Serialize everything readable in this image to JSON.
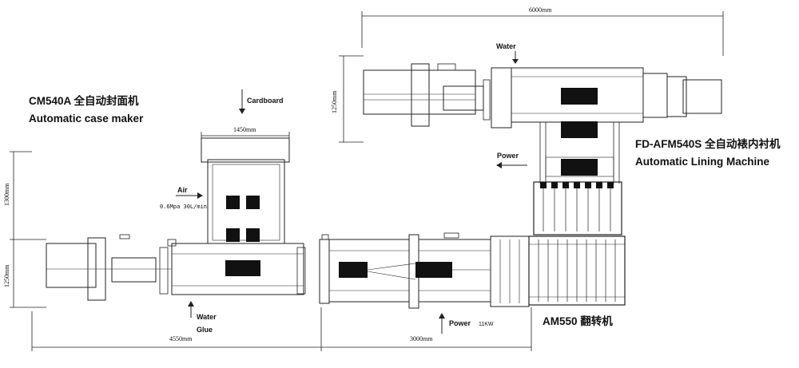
{
  "machines": {
    "case_maker": {
      "model": "CM540A",
      "name_cn": "全自动封面机",
      "name_en": "Automatic case maker"
    },
    "lining_machine": {
      "model": "FD-AFM540S",
      "name_cn": "全自动裱内衬机",
      "name_en": "Automatic Lining Machine"
    },
    "turner": {
      "model": "AM550",
      "name_cn": "翻转机"
    }
  },
  "inputs": {
    "water_top": "Water",
    "cardboard": "Cardboard",
    "air": "Air",
    "air_spec": "0.6Mpa 30L/min",
    "water_bottom": "Water",
    "glue": "Glue",
    "power_top": "Power",
    "power_bottom": "Power",
    "power_rating": "11KW"
  },
  "dimensions": {
    "lining_length": "6000mm",
    "lining_width": "1250mm",
    "feeder_width": "1450mm",
    "feeder_height": "1300mm",
    "case_width": "1250mm",
    "case_length": "4550mm",
    "conveyor_length": "3000mm"
  }
}
